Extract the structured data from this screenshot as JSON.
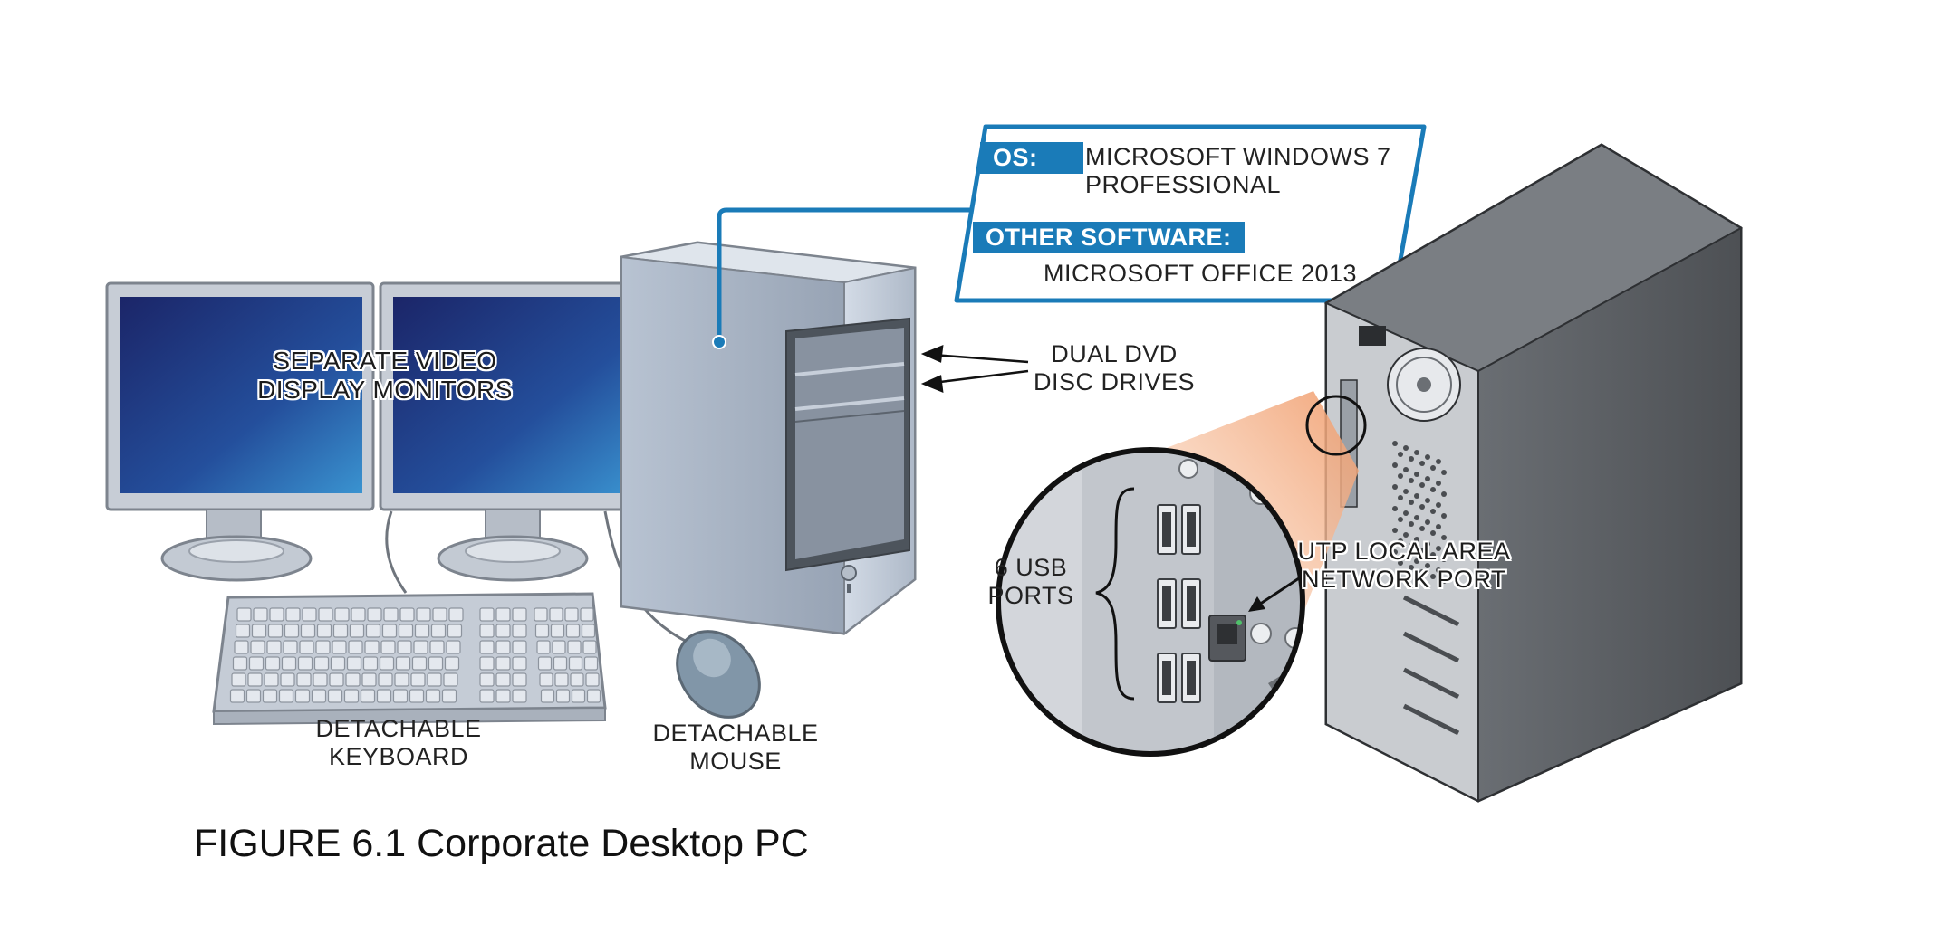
{
  "callout": {
    "os_heading": "OS:",
    "os_value": [
      "MICROSOFT WINDOWS 7",
      "PROFESSIONAL"
    ],
    "software_heading": "OTHER SOFTWARE:",
    "software_value": "MICROSOFT OFFICE 2013"
  },
  "labels": {
    "monitors": [
      "SEPARATE VIDEO",
      "DISPLAY MONITORS"
    ],
    "drives": [
      "DUAL DVD",
      "DISC DRIVES"
    ],
    "keyboard": [
      "DETACHABLE",
      "KEYBOARD"
    ],
    "mouse": [
      "DETACHABLE",
      "MOUSE"
    ],
    "usb": [
      "6 USB",
      "PORTS"
    ],
    "network": [
      "UTP LOCAL AREA",
      "NETWORK PORT"
    ]
  },
  "caption": "FIGURE 6.1 Corporate Desktop PC",
  "colors": {
    "accent": "#1a7bb8",
    "screen_dark": "#1c2a6e",
    "screen_light": "#2f86c8",
    "case_light": "#c9d3e0",
    "case_dark": "#5d6166",
    "zoom_glow": "#f6c9a4"
  }
}
